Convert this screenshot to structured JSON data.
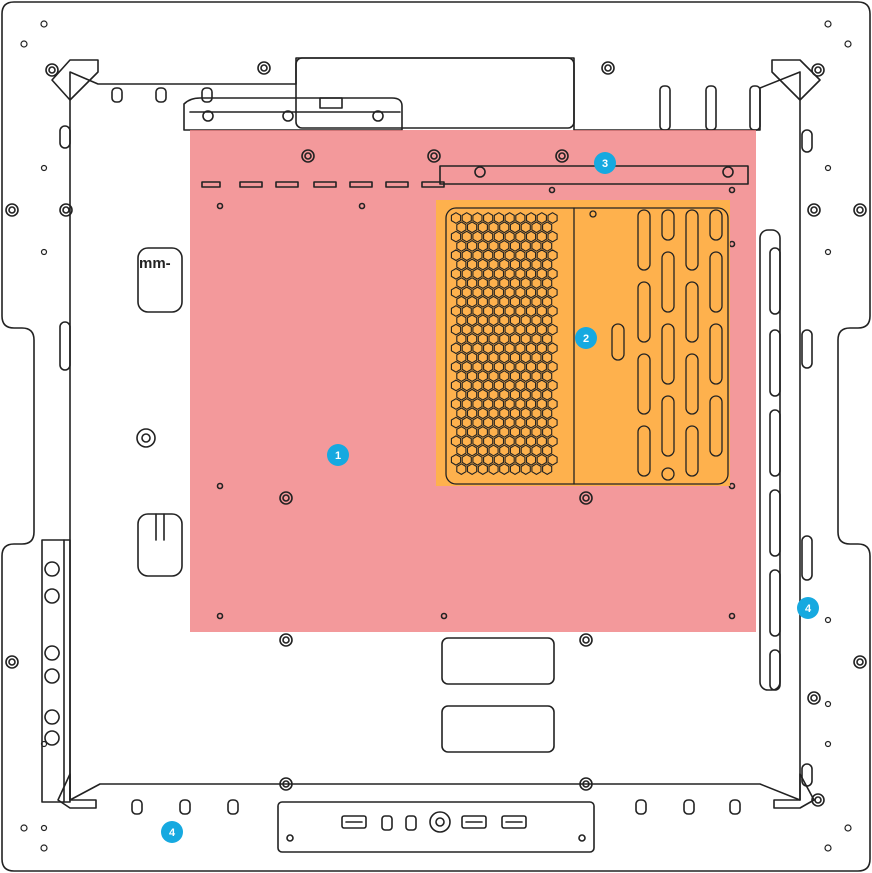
{
  "diagram": {
    "logo_text": "mm-",
    "colors": {
      "outline": "#222222",
      "mainboard_zone": "#f07c7f",
      "heatsink_zone": "#ffb347",
      "callout": "#16a9e0"
    },
    "callouts": [
      {
        "id": "1",
        "label": "1",
        "target": "mainboard-zone"
      },
      {
        "id": "2",
        "label": "2",
        "target": "heatsink-zone"
      },
      {
        "id": "3",
        "label": "3",
        "target": "top-bracket"
      },
      {
        "id": "4",
        "label": "4",
        "target": "right-edge-slots"
      },
      {
        "id": "4b",
        "label": "4",
        "target": "bottom-io-bracket"
      }
    ]
  }
}
